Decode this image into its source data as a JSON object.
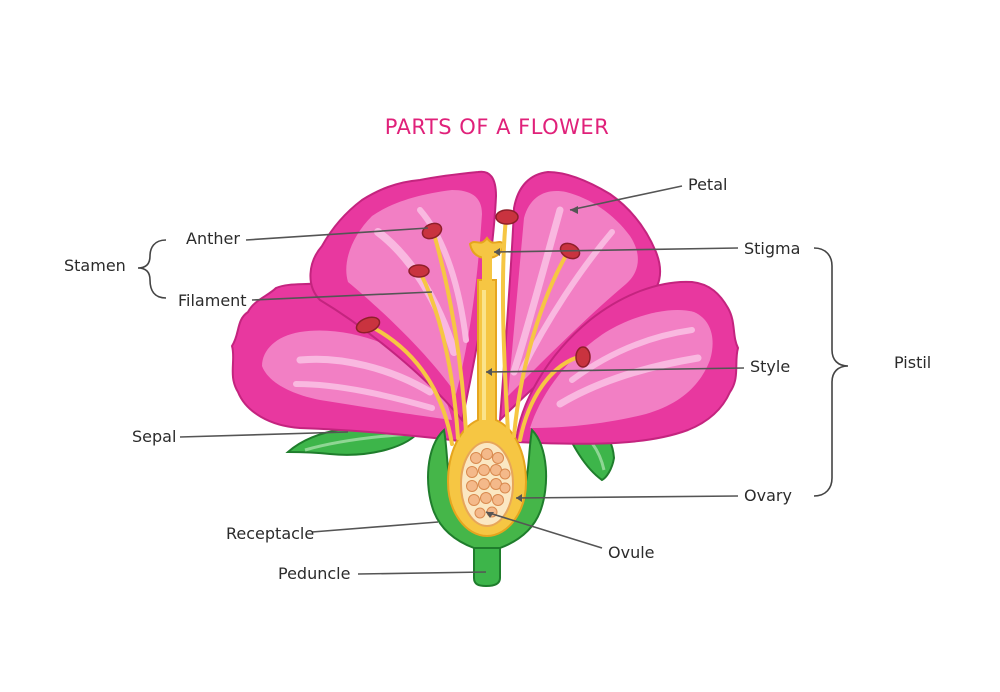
{
  "title": "PARTS OF A FLOWER",
  "labels": {
    "petal": "Petal",
    "anther": "Anther",
    "stigma": "Stigma",
    "stamen": "Stamen",
    "filament": "Filament",
    "style": "Style",
    "pistil": "Pistil",
    "sepal": "Sepal",
    "ovary": "Ovary",
    "receptacle": "Receptacle",
    "ovule": "Ovule",
    "peduncle": "Peduncle"
  },
  "colors": {
    "title": "#e0217a",
    "petal_dark": "#e8389f",
    "petal_mid": "#f27fc4",
    "petal_light": "#f9b8e0",
    "sepal": "#3db54a",
    "receptacle": "#45b649",
    "stamen": "#f6c643",
    "anther": "#c9333f",
    "ovule": "#f4b98a"
  }
}
